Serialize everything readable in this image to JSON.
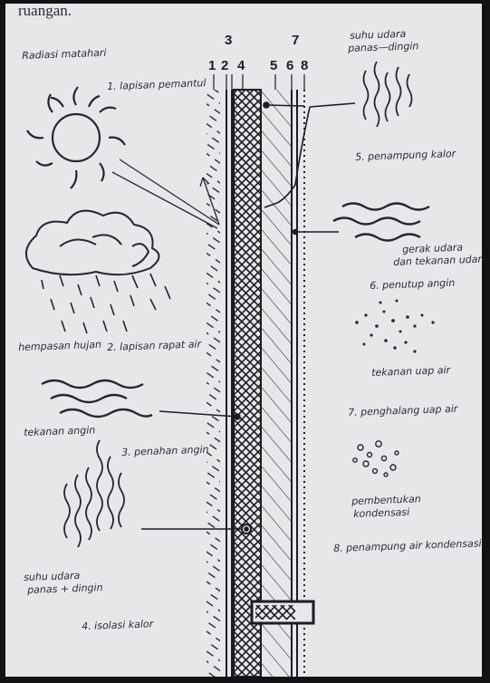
{
  "header_fragment": "ruangan.",
  "layer_numbers": [
    "3",
    "1",
    "2",
    "4",
    "5",
    "6",
    "7",
    "8"
  ],
  "labels": {
    "radiasi": "Radiasi matahari",
    "l1": "1. lapisan pemantul",
    "suhu_top_1": "suhu udara",
    "suhu_top_2": "panas—dingin",
    "l5": "5. penampung kalor",
    "gerak_1": "gerak udara",
    "gerak_2": "dan tekanan udara",
    "l6": "6. penutup angin",
    "hempasan": "hempasan hujan",
    "l2": "2. lapisan rapat air",
    "tekanan_uap": "tekanan uap air",
    "tekanan_angin": "tekanan angin",
    "l7": "7. penghalang uap air",
    "l3": "3. penahan angin",
    "pembentukan_1": "pembentukan",
    "pembentukan_2": "kondensasi",
    "l8": "8. penampung air kondensasi",
    "suhu_bot_1": "suhu udara",
    "suhu_bot_2": "panas + dingin",
    "l4": "4. isolasi kalor"
  },
  "colors": {
    "ink": "#26262c",
    "paper": "#e9e6ea",
    "frame": "#121214"
  }
}
